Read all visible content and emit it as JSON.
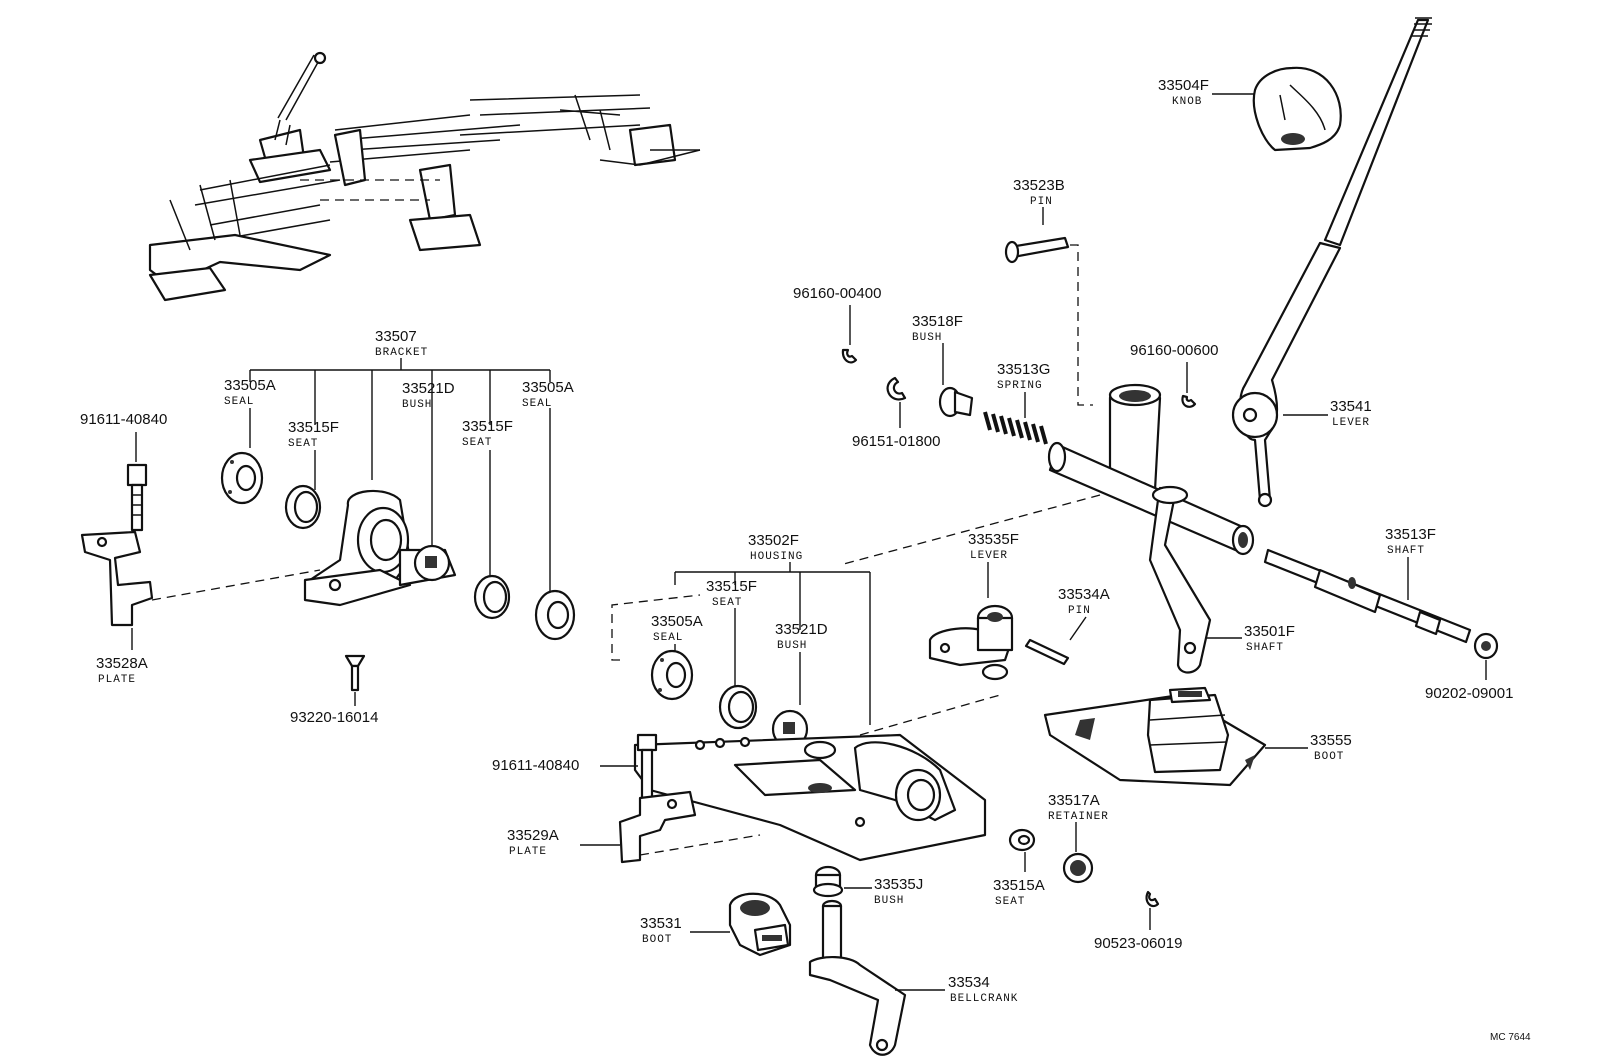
{
  "labels": {
    "knob_33504F": {
      "number": "33504F",
      "name": "KNOB"
    },
    "pin_33523B": {
      "number": "33523B",
      "name": "PIN"
    },
    "clip_96160_00400": {
      "number": "96160-00400"
    },
    "bush_33518F": {
      "number": "33518F",
      "name": "BUSH"
    },
    "spring_33513G": {
      "number": "33513G",
      "name": "SPRING"
    },
    "clip_96160_00600": {
      "number": "96160-00600"
    },
    "ring_96151_01800": {
      "number": "96151-01800"
    },
    "lever_33541": {
      "number": "33541",
      "name": "LEVER"
    },
    "bracket_33507": {
      "number": "33507",
      "name": "BRACKET"
    },
    "seal_33505A_left": {
      "number": "33505A",
      "name": "SEAL"
    },
    "bush_33521D_top": {
      "number": "33521D",
      "name": "BUSH"
    },
    "seal_33505A_right": {
      "number": "33505A",
      "name": "SEAL"
    },
    "seat_33515F_left": {
      "number": "33515F",
      "name": "SEAT"
    },
    "seat_33515F_mid": {
      "number": "33515F",
      "name": "SEAT"
    },
    "bolt_91611_40840_top": {
      "number": "91611-40840"
    },
    "shaft_33513F": {
      "number": "33513F",
      "name": "SHAFT"
    },
    "housing_33502F": {
      "number": "33502F",
      "name": "HOUSING"
    },
    "lever_33535F": {
      "number": "33535F",
      "name": "LEVER"
    },
    "seat_33515F_lower": {
      "number": "33515F",
      "name": "SEAT"
    },
    "pin_33534A": {
      "number": "33534A",
      "name": "PIN"
    },
    "seal_33505A_lower": {
      "number": "33505A",
      "name": "SEAL"
    },
    "bush_33521D_lower": {
      "number": "33521D",
      "name": "BUSH"
    },
    "shaft_33501F": {
      "number": "33501F",
      "name": "SHAFT"
    },
    "plate_33528A": {
      "number": "33528A",
      "name": "PLATE"
    },
    "nut_90202_09001": {
      "number": "90202-09001"
    },
    "screw_93220_16014": {
      "number": "93220-16014"
    },
    "boot_33555": {
      "number": "33555",
      "name": "BOOT"
    },
    "bolt_91611_40840_bottom": {
      "number": "91611-40840"
    },
    "retainer_33517A": {
      "number": "33517A",
      "name": "RETAINER"
    },
    "plate_33529A": {
      "number": "33529A",
      "name": "PLATE"
    },
    "bush_33535J": {
      "number": "33535J",
      "name": "BUSH"
    },
    "seat_33515A": {
      "number": "33515A",
      "name": "SEAT"
    },
    "boot_33531": {
      "number": "33531",
      "name": "BOOT"
    },
    "clip_90523_06019": {
      "number": "90523-06019"
    },
    "bellcrank_33534": {
      "number": "33534",
      "name": "BELLCRANK"
    }
  },
  "sheet_id": "MC 7644"
}
